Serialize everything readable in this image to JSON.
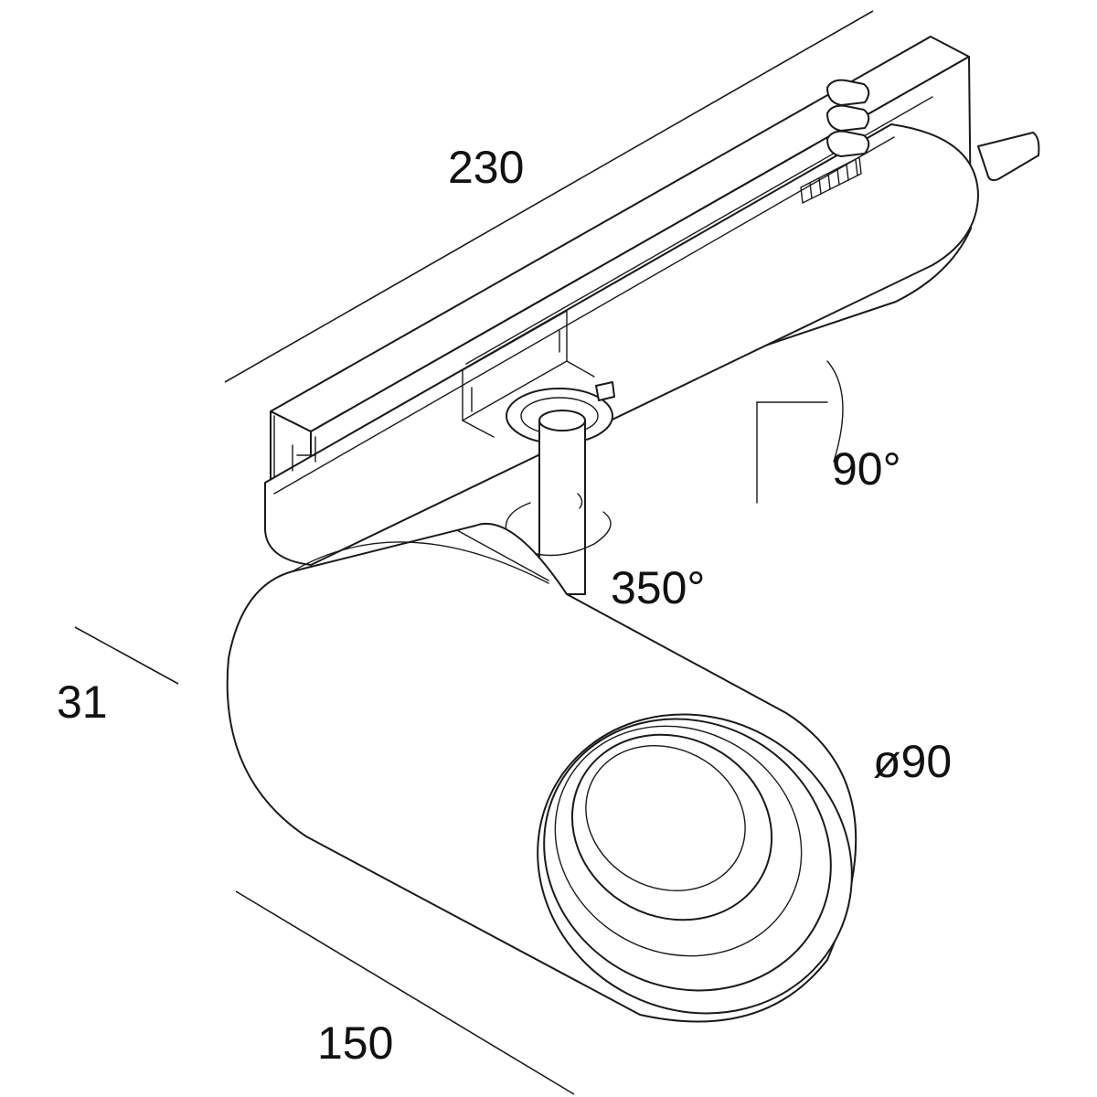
{
  "dimensions": {
    "length": "230",
    "tilt_angle": "90°",
    "rotation_angle": "350°",
    "offset": "31",
    "diameter": "ø90",
    "head_length": "150"
  }
}
